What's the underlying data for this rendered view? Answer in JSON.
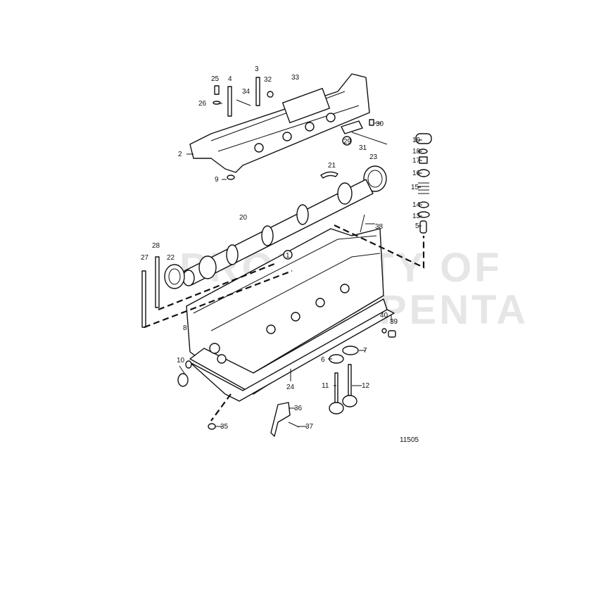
{
  "diagram_number": "11505",
  "watermark": [
    "PROPERTY OF",
    "VOLVO PENTA"
  ],
  "labels": {
    "p1": "1",
    "p2": "2",
    "p3": "3",
    "p4": "4",
    "p5": "5",
    "p6": "6",
    "p7": "7",
    "p8": "8",
    "p9": "9",
    "p10": "10",
    "p11": "11",
    "p12": "12",
    "p13": "13",
    "p14": "14",
    "p15": "15",
    "p16": "16",
    "p17": "17",
    "p18": "18",
    "p19": "19",
    "p20": "20",
    "p21": "21",
    "p22": "22",
    "p23": "23",
    "p24": "24",
    "p25": "25",
    "p26": "26",
    "p27": "27",
    "p28": "28",
    "p29": "29",
    "p30": "30",
    "p31": "31",
    "p32": "32",
    "p33": "33",
    "p34": "34",
    "p35": "35",
    "p36": "36",
    "p37": "37",
    "p38": "38",
    "p39": "39",
    "p40": "40"
  }
}
